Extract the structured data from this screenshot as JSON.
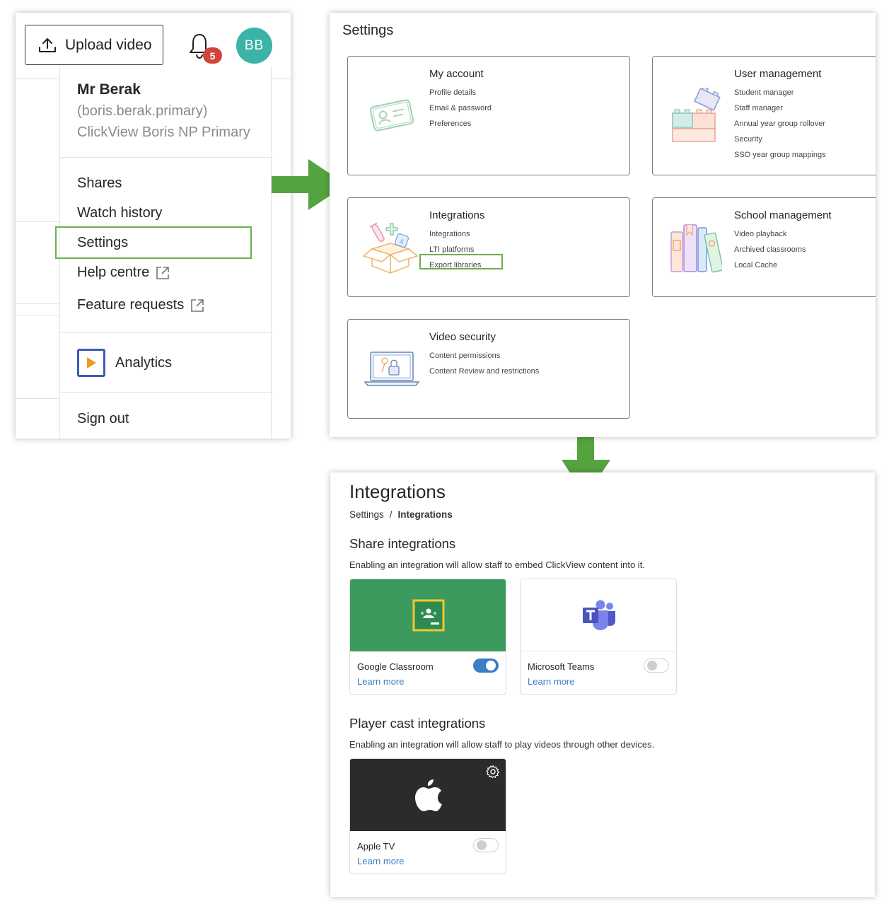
{
  "user_menu": {
    "upload_label": "Upload video",
    "notifications_count": "5",
    "avatar_initials": "BB",
    "user_name": "Mr Berak",
    "username": "(boris.berak.primary)",
    "school": "ClickView Boris NP Primary",
    "items": {
      "shares": "Shares",
      "watch_history": "Watch history",
      "settings": "Settings",
      "help_centre": "Help centre",
      "feature_requests": "Feature requests",
      "analytics": "Analytics",
      "sign_out": "Sign out"
    },
    "colors": {
      "avatar": "#3bb3a6",
      "badge": "#d0453a",
      "highlight": "#6ab04c"
    }
  },
  "settings": {
    "title": "Settings",
    "cards": {
      "my_account": {
        "title": "My account",
        "links": [
          "Profile details",
          "Email & password",
          "Preferences"
        ],
        "icon": "id-card-icon"
      },
      "user_management": {
        "title": "User management",
        "links": [
          "Student manager",
          "Staff manager",
          "Annual year group rollover",
          "Security",
          "SSO year group mappings"
        ],
        "icon": "blocks-icon"
      },
      "integrations": {
        "title": "Integrations",
        "links": [
          "Integrations",
          "LTI platforms",
          "Export libraries"
        ],
        "icon": "open-box-icon"
      },
      "school_management": {
        "title": "School management",
        "links": [
          "Video playback",
          "Archived classrooms",
          "Local Cache"
        ],
        "icon": "books-icon"
      },
      "video_security": {
        "title": "Video security",
        "links": [
          "Content permissions",
          "Content Review and restrictions"
        ],
        "icon": "laptop-lock-icon"
      }
    }
  },
  "integrations_page": {
    "title": "Integrations",
    "breadcrumb": {
      "parent": "Settings",
      "separator": "/",
      "current": "Integrations"
    },
    "share": {
      "heading": "Share integrations",
      "description": "Enabling an integration will allow staff to embed ClickView content into it.",
      "items": [
        {
          "name": "Google Classroom",
          "learn_more": "Learn more",
          "enabled": true,
          "banner_color": "#3c9a5f",
          "icon": "google-classroom-icon"
        },
        {
          "name": "Microsoft Teams",
          "learn_more": "Learn more",
          "enabled": false,
          "banner_color": "#ffffff",
          "icon": "microsoft-teams-icon"
        }
      ]
    },
    "player_cast": {
      "heading": "Player cast integrations",
      "description": "Enabling an integration will allow staff to play videos through other devices.",
      "items": [
        {
          "name": "Apple TV",
          "learn_more": "Learn more",
          "enabled": false,
          "banner_color": "#2b2b2b",
          "icon": "apple-icon"
        }
      ]
    },
    "colors": {
      "link": "#3b7fc4",
      "toggle_on": "#3b7fc4"
    }
  }
}
